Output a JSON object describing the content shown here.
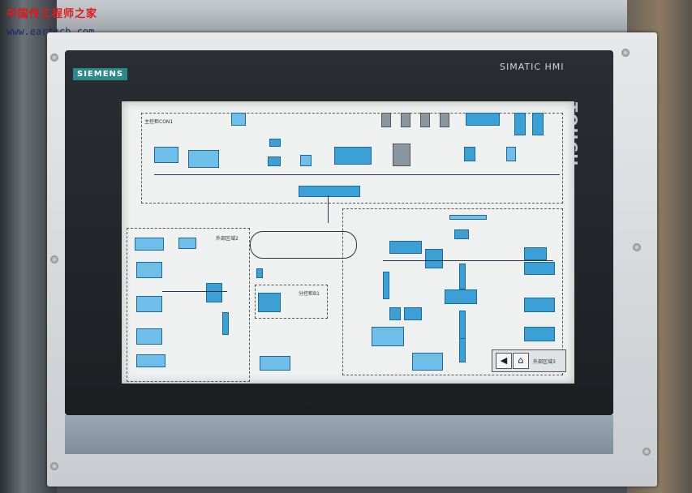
{
  "watermark": {
    "site_cn": "中国传工程师之家",
    "url": "www.eartech.com"
  },
  "device": {
    "brand": "SIEMENS",
    "model": "SIMATIC HMI",
    "side_label": "TOUCH"
  },
  "screen": {
    "cabinet_main": "主控柜CON1",
    "zone_left": "外部区域2",
    "zone_right": "外部区域3",
    "sub_cabinet": "分控柜B1",
    "nav_back": "◀",
    "nav_home": "⌂"
  },
  "colors": {
    "device_blue": "#3aa0d6",
    "screen_bg": "#eef1f0"
  }
}
